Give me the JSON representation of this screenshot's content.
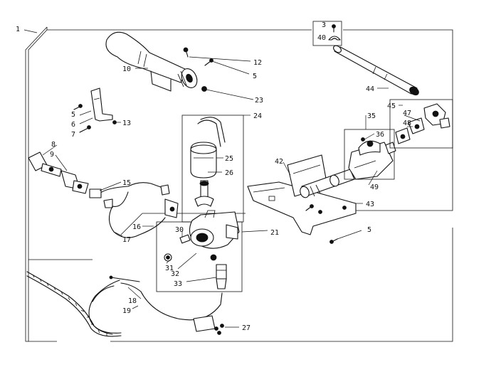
{
  "callouts": {
    "c1": "1",
    "c3": "3",
    "c40": "40",
    "c12": "12",
    "c5a": "5",
    "c10": "10",
    "c23": "23",
    "c44": "44",
    "c5b": "5",
    "c6": "6",
    "c13": "13",
    "c7": "7",
    "c24": "24",
    "c45": "45",
    "c47": "47",
    "c48": "48",
    "c35": "35",
    "c8": "8",
    "c9": "9",
    "c36": "36",
    "c25": "25",
    "c42": "42",
    "c26": "26",
    "c15": "15",
    "c49": "49",
    "c43": "43",
    "c16": "16",
    "c30": "30",
    "c21": "21",
    "c5c": "5",
    "c17": "17",
    "c31": "31",
    "c32": "32",
    "c33": "33",
    "c18": "18",
    "c19": "19",
    "c27": "27"
  }
}
